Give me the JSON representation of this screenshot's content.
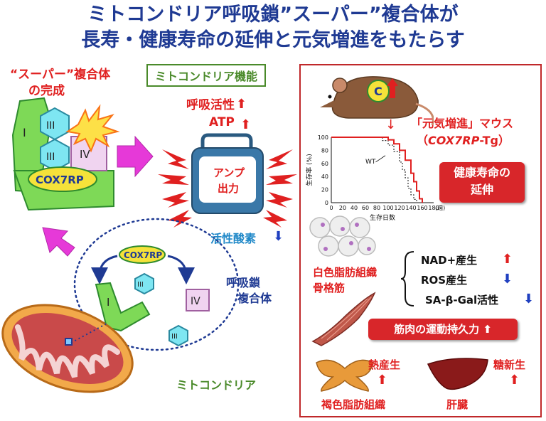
{
  "title": {
    "line1": "ミトコンドリア呼吸鎖”スーパー”複合体が",
    "line2": "長寿・健康寿命の延伸と元気増進をもたらす"
  },
  "left": {
    "super_complex_label_1": "“スーパー”複合体",
    "super_complex_label_2": "の完成",
    "mito_function_box": "ミトコンドリア機能",
    "complex_I": "I",
    "complex_III": "III",
    "complex_IV": "IV",
    "cox7rp": "COX7RP",
    "respiration_activity": "呼吸活性",
    "atp": "ATP",
    "amp_line1": "アンプ",
    "amp_line2": "出力",
    "ros": "活性酸素",
    "resp_chain_1": "呼吸鎖",
    "resp_chain_2": "複合体",
    "mitochondria": "ミトコンドリア"
  },
  "right": {
    "mouse_badge": "C",
    "mouse_label_1": "「元気増進」マウス",
    "mouse_label_2_prefix": "（",
    "mouse_label_2_italic": "COX7RP",
    "mouse_label_2_suffix": "-Tg）",
    "healthspan_1": "健康寿命の",
    "healthspan_2": "延伸",
    "white_fat": "白色脂肪組織",
    "skeletal_muscle": "骨格筋",
    "nad": "NAD+産生",
    "ros_prod": "ROS産生",
    "sa_gal": "SA-β-Gal活性",
    "muscle_endurance": "筋肉の運動持久力",
    "thermogenesis": "熱産生",
    "gluconeogenesis": "糖新生",
    "brown_fat": "褐色脂肪組織",
    "liver": "肝臓"
  },
  "chart_data": {
    "type": "line",
    "ylabel": "生存率 (%)",
    "xlabel": "生存日数",
    "x_unit": "(週)",
    "xticks": [
      "0",
      "20",
      "40",
      "60",
      "80",
      "100",
      "120",
      "140",
      "160",
      "180"
    ],
    "yticks": [
      "0",
      "20",
      "40",
      "60",
      "80",
      "100"
    ],
    "xlim": [
      0,
      180
    ],
    "ylim": [
      0,
      100
    ],
    "series": [
      {
        "name": "WT",
        "color": "#333333",
        "dashed": true,
        "x": [
          0,
          70,
          90,
          100,
          110,
          120,
          125,
          130,
          135,
          140,
          145,
          150
        ],
        "y": [
          100,
          100,
          95,
          88,
          78,
          62,
          50,
          38,
          22,
          12,
          5,
          0
        ]
      },
      {
        "name": "",
        "color": "#e02020",
        "dashed": false,
        "x": [
          0,
          80,
          100,
          110,
          120,
          130,
          140,
          145,
          150,
          155,
          160
        ],
        "y": [
          100,
          100,
          96,
          90,
          80,
          65,
          45,
          32,
          18,
          6,
          0
        ]
      }
    ]
  },
  "colors": {
    "title": "#1f3a93",
    "accent_red": "#e02020",
    "green": "#4a8a2a",
    "panel_border": "#c0282a"
  }
}
